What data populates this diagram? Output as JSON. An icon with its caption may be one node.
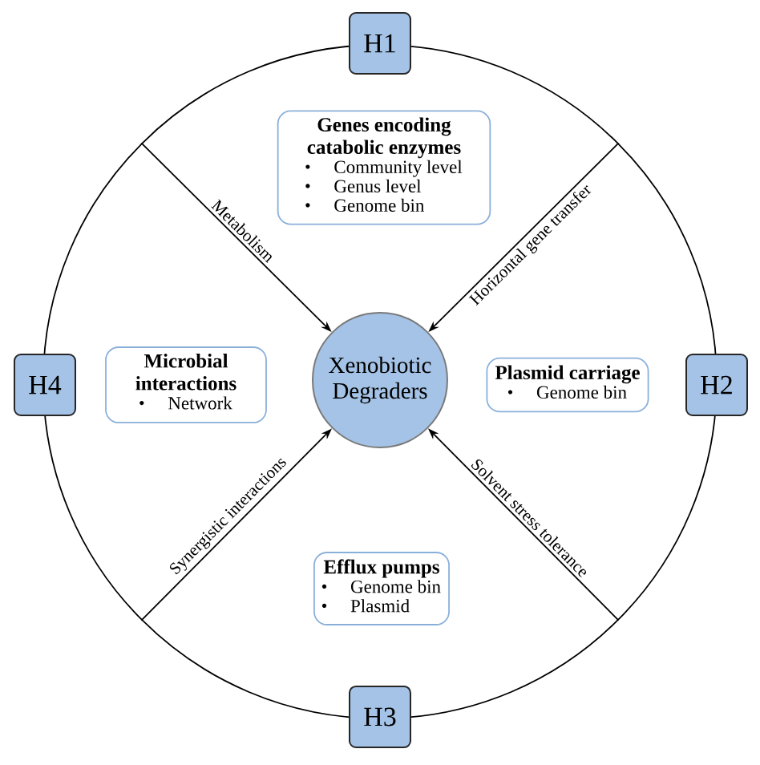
{
  "diagram": {
    "nodes": [
      {
        "text": [],
        "shape": "circle"
      },
      {
        "text": [
          "H1"
        ]
      },
      {
        "text": [
          "Genes encoding catabolic enzymes",
          "Community level",
          "Genus level",
          "Genome bin"
        ],
        "in": 0
      },
      {
        "text": [
          "H4"
        ]
      },
      {
        "text": [
          "Microbial interactions",
          "Network"
        ],
        "in": 0
      },
      {
        "text": [
          "Xenobiotic Degraders"
        ],
        "in": 0
      },
      {
        "text": [
          "Plasmid carriage",
          "Genome bin"
        ],
        "in": 0
      },
      {
        "text": [
          "H2"
        ]
      },
      {
        "text": [
          "Efflux pumps",
          "Genome bin",
          "Plasmid"
        ],
        "in": 0
      },
      {
        "text": [
          "H3"
        ]
      }
    ],
    "edges": [
      {
        "from": 0,
        "to": 5,
        "arrow": "to",
        "label": "Metabolism"
      },
      {
        "from": 0,
        "to": 5,
        "arrow": "to",
        "label": "Horizontal gene transfer"
      },
      {
        "from": 0,
        "to": 5,
        "arrow": "to",
        "label": "Solvent stress tolerance"
      },
      {
        "from": 0,
        "to": 5,
        "arrow": "to",
        "label": "Synergistic interactions"
      }
    ]
  }
}
